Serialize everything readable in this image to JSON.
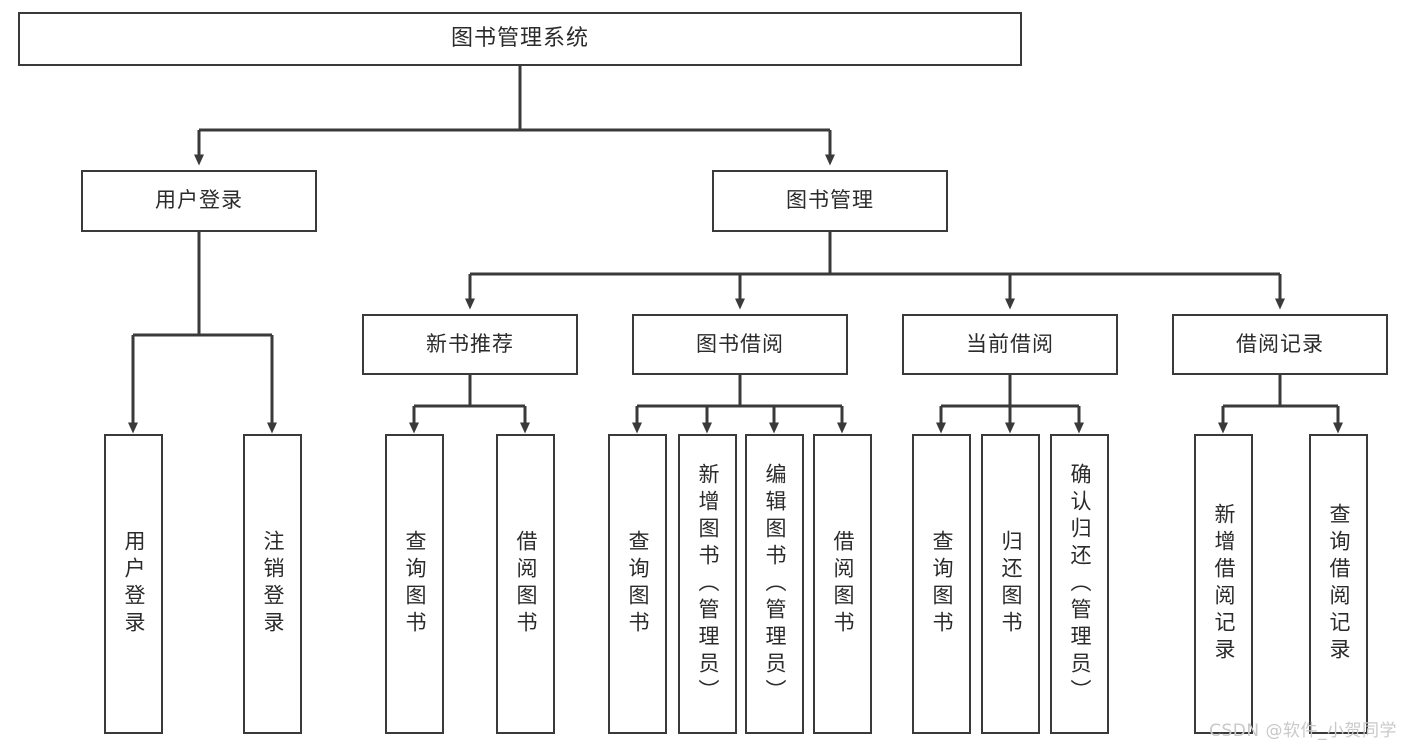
{
  "diagram": {
    "title": "图书管理系统",
    "type": "hierarchy-tree",
    "watermark": "CSDN @软件_小贺同学",
    "colors": {
      "box_border": "#3a3a3a",
      "box_fill": "#ffffff",
      "connector": "#3a3a3a",
      "text": "#2b2b2b",
      "watermark": "#c9c9c9",
      "background": "#ffffff"
    },
    "root": {
      "label": "图书管理系统"
    },
    "level2": [
      {
        "label": "用户登录"
      },
      {
        "label": "图书管理"
      }
    ],
    "level3": [
      {
        "label": "新书推荐"
      },
      {
        "label": "图书借阅"
      },
      {
        "label": "当前借阅"
      },
      {
        "label": "借阅记录"
      }
    ],
    "leaves": {
      "user_login": [
        {
          "label": "用户登录"
        },
        {
          "label": "注销登录"
        }
      ],
      "new_book_recommend": [
        {
          "label": "查询图书"
        },
        {
          "label": "借阅图书"
        }
      ],
      "book_borrow": [
        {
          "label": "查询图书"
        },
        {
          "label": "新增图书（管理员）"
        },
        {
          "label": "编辑图书（管理员）"
        },
        {
          "label": "借阅图书"
        }
      ],
      "current_borrow": [
        {
          "label": "查询图书"
        },
        {
          "label": "归还图书"
        },
        {
          "label": "确认归还（管理员）"
        }
      ],
      "borrow_record": [
        {
          "label": "新增借阅记录"
        },
        {
          "label": "查询借阅记录"
        }
      ]
    }
  }
}
